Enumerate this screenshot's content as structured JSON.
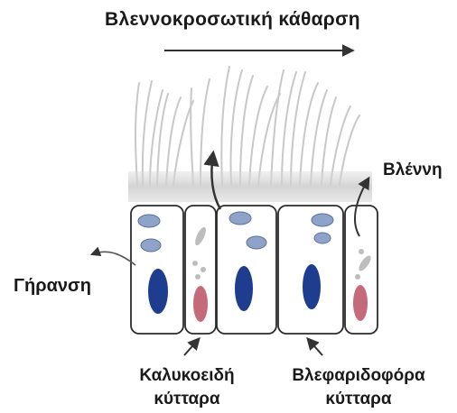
{
  "diagram": {
    "title": "Βλεννοκροσωτική κάθαρση",
    "labels": {
      "mucus": "Βλέννη",
      "aging": "Γήρανση",
      "goblet_line1": "Καλυκοειδή",
      "goblet_line2": "κύτταρα",
      "ciliated_line1": "Βλεφαριδοφόρα",
      "ciliated_line2": "κύτταρα"
    },
    "colors": {
      "cilia": "#c4c4c4",
      "mucus_band": "#d6d6d6",
      "cell_outline": "#2b2b2b",
      "nucleus_ciliated": "#1f3d8f",
      "nucleus_goblet": "#c46a78",
      "granule_blue": "#8fa2c8",
      "granule_gray": "#b9b9b9",
      "arrow": "#333333"
    }
  }
}
